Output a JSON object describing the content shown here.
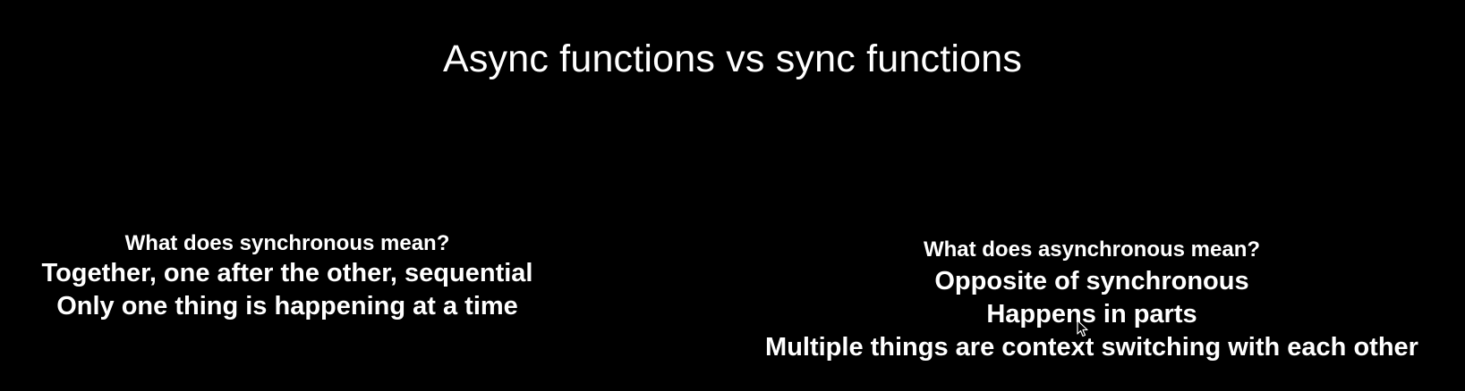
{
  "slide": {
    "title": "Async functions vs sync functions",
    "left": {
      "question": "What does synchronous mean?",
      "lines": [
        "Together, one after the other, sequential",
        "Only one thing is happening at a time"
      ]
    },
    "right": {
      "question": "What does asynchronous mean?",
      "lines": [
        "Opposite of synchronous",
        "Happens in parts",
        "Multiple things are context switching with each other"
      ]
    },
    "cursor_icon": "mouse-pointer-icon"
  }
}
